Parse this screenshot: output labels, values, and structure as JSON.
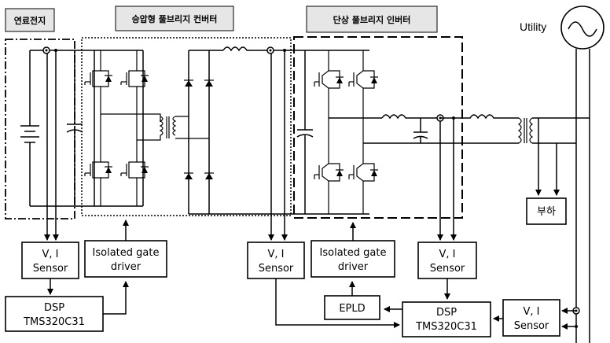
{
  "headers": {
    "fuel_cell": "연료전지",
    "fullbridge_converter": "승압형 풀브리지 컨버터",
    "inverter": "단상 풀브리지 인버터"
  },
  "utility": "Utility",
  "load": "부하",
  "blocks": {
    "vi_sensor_1": [
      "V, I",
      "Sensor"
    ],
    "gate_driver_1": [
      "Isolated gate",
      "driver"
    ],
    "dsp_1": [
      "DSP",
      "TMS320C31"
    ],
    "vi_sensor_2": [
      "V, I",
      "Sensor"
    ],
    "gate_driver_2": [
      "Isolated gate",
      "driver"
    ],
    "vi_sensor_3": [
      "V, I",
      "Sensor"
    ],
    "epld": "EPLD",
    "dsp_2": [
      "DSP",
      "TMS320C31"
    ],
    "vi_sensor_4": [
      "V, I",
      "Sensor"
    ]
  }
}
